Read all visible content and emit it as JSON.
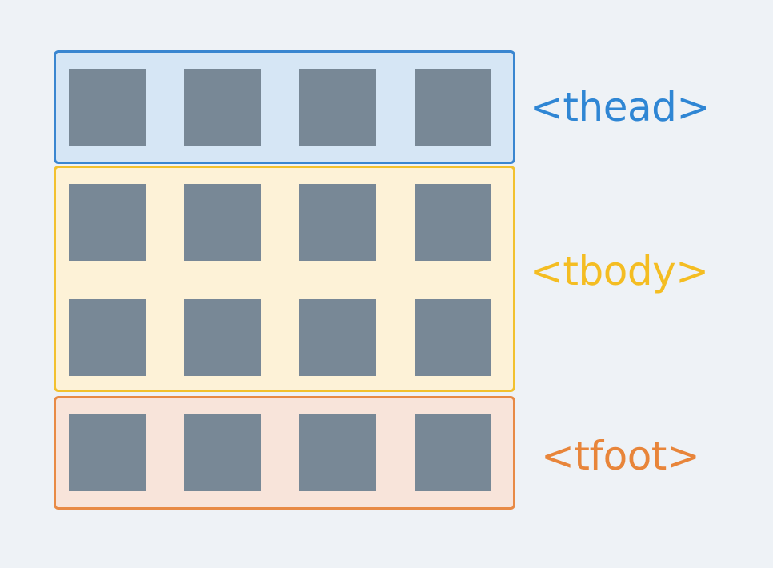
{
  "sections": {
    "thead": {
      "label": "<thead>",
      "border_color": "#3a86d0",
      "fill_color": "#d6e6f5",
      "text_color": "#2f86d4",
      "rows": 1,
      "cols": 4
    },
    "tbody": {
      "label": "<tbody>",
      "border_color": "#f2c12e",
      "fill_color": "#fdf2d7",
      "text_color": "#f4bd22",
      "rows": 2,
      "cols": 4
    },
    "tfoot": {
      "label": "<tfoot>",
      "border_color": "#e88a45",
      "fill_color": "#f8e4da",
      "text_color": "#e8853a",
      "rows": 1,
      "cols": 4
    }
  },
  "colors": {
    "background": "#eef2f6",
    "cell": "#788896"
  }
}
